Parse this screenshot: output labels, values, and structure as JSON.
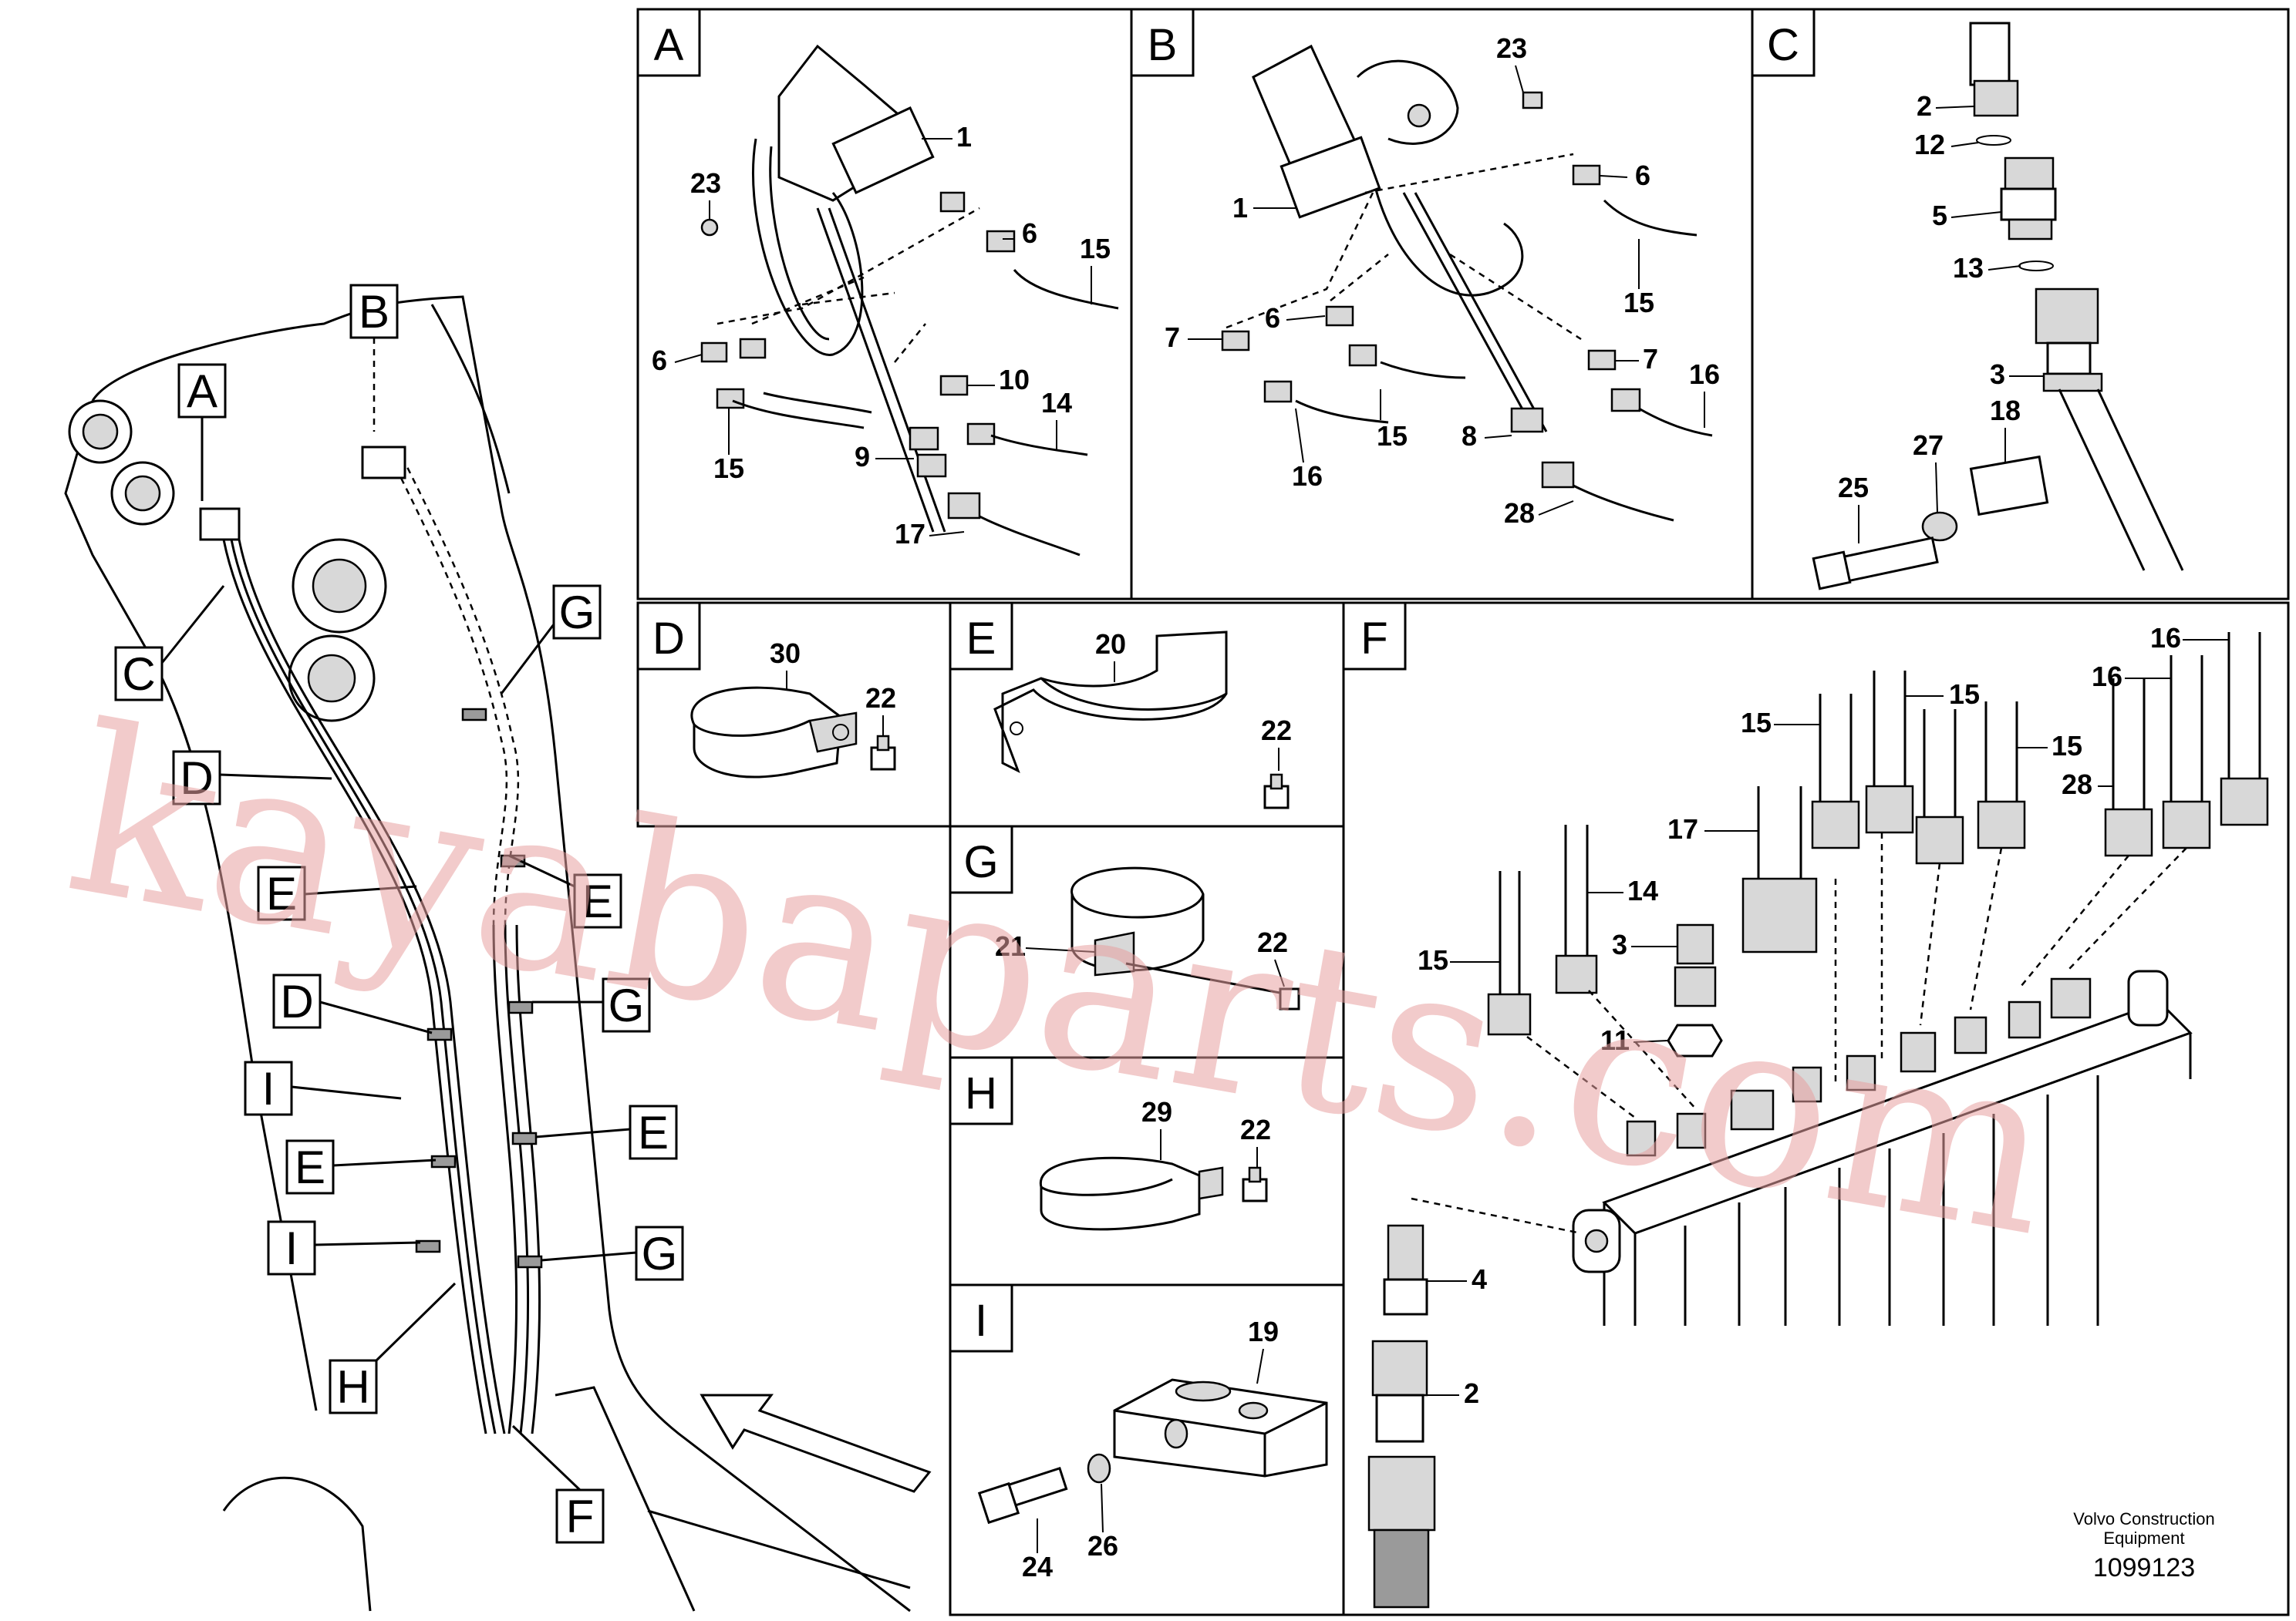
{
  "overview": {
    "callouts": [
      "A",
      "B",
      "C",
      "D",
      "E",
      "E",
      "D",
      "I",
      "E",
      "I",
      "H",
      "F",
      "G",
      "G",
      "E",
      "G"
    ]
  },
  "panels": {
    "A": {
      "tag": "A",
      "labels": [
        "1",
        "23",
        "6",
        "15",
        "6",
        "15",
        "10",
        "14",
        "9",
        "17"
      ]
    },
    "B": {
      "tag": "B",
      "labels": [
        "23",
        "1",
        "6",
        "15",
        "7",
        "6",
        "15",
        "16",
        "7",
        "16",
        "8",
        "28"
      ]
    },
    "C": {
      "tag": "C",
      "labels": [
        "2",
        "12",
        "5",
        "13",
        "3",
        "18",
        "27",
        "25"
      ]
    },
    "D": {
      "tag": "D",
      "labels": [
        "30",
        "22"
      ]
    },
    "E": {
      "tag": "E",
      "labels": [
        "20",
        "22"
      ]
    },
    "F": {
      "tag": "F",
      "labels": [
        "16",
        "16",
        "15",
        "15",
        "15",
        "28",
        "17",
        "14",
        "15",
        "3",
        "11",
        "4",
        "2"
      ]
    },
    "G": {
      "tag": "G",
      "labels": [
        "21",
        "22"
      ]
    },
    "H": {
      "tag": "H",
      "labels": [
        "29",
        "22"
      ]
    },
    "I": {
      "tag": "I",
      "labels": [
        "19",
        "24",
        "26"
      ]
    }
  },
  "footer": {
    "company": "Volvo Construction",
    "company_line2": "Equipment",
    "drawing_number": "1099123"
  },
  "watermark": "kayabaparts.com"
}
